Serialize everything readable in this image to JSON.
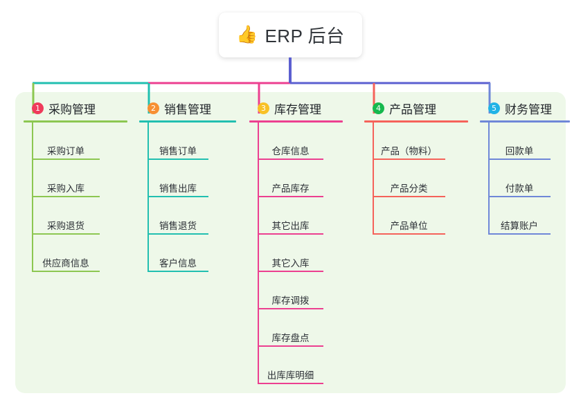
{
  "root": {
    "icon": "thumbs-up-icon",
    "emoji": "👍",
    "title": "ERP 后台"
  },
  "theme": {
    "panel_background": "#eef8e9",
    "page_background": "#ffffff",
    "title_text_color": "#2f3338",
    "item_text_color": "#2c3036",
    "stem_color": "#5b5fd0"
  },
  "columns": [
    {
      "number": "1",
      "title": "采购管理",
      "color": "#8cc751",
      "badge_color": "#ef3b5b",
      "items": [
        "采购订单",
        "采购入库",
        "采购退货",
        "供应商信息"
      ]
    },
    {
      "number": "2",
      "title": "销售管理",
      "color": "#21bfb0",
      "badge_color": "#f79033",
      "items": [
        "销售订单",
        "销售出库",
        "销售退货",
        "客户信息"
      ]
    },
    {
      "number": "3",
      "title": "库存管理",
      "color": "#ec3f90",
      "badge_color": "#f8c126",
      "items": [
        "仓库信息",
        "产品库存",
        "其它出库",
        "其它入库",
        "库存调拨",
        "库存盘点",
        "出库库明细"
      ]
    },
    {
      "number": "4",
      "title": "产品管理",
      "color": "#f5625a",
      "badge_color": "#16b84e",
      "items": [
        "产品（物料）",
        "产品分类",
        "产品单位"
      ]
    },
    {
      "number": "5",
      "title": "财务管理",
      "color": "#6f87d8",
      "badge_color": "#21b3e6",
      "items": [
        "回款单",
        "付款单",
        "结算账户"
      ]
    }
  ]
}
